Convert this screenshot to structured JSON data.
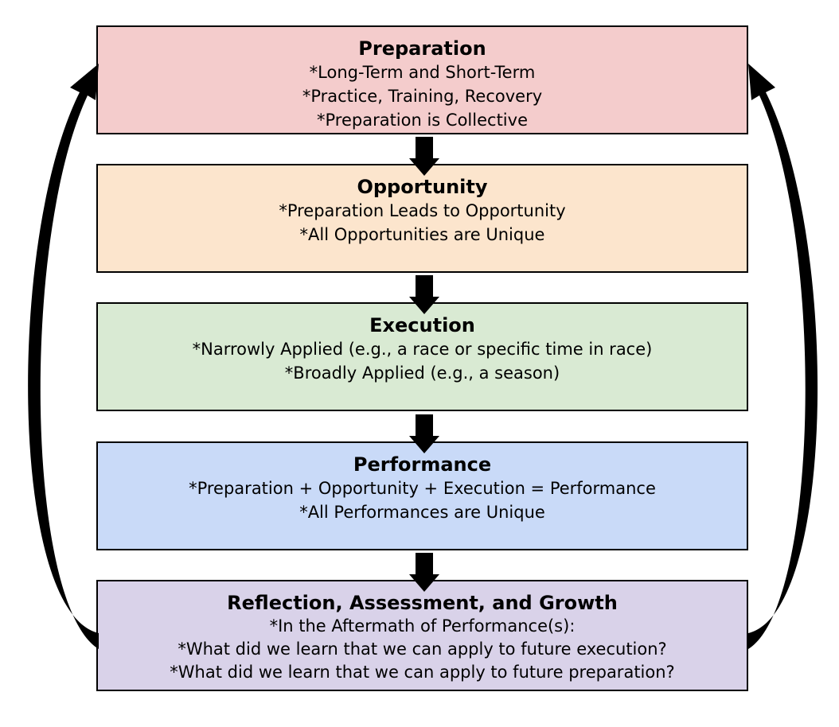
{
  "diagram": {
    "stages": [
      {
        "title": "Preparation",
        "lines": [
          "*Long-Term and Short-Term",
          "*Practice, Training, Recovery",
          "*Preparation is Collective"
        ],
        "color": "#f4cccc"
      },
      {
        "title": "Opportunity",
        "lines": [
          "*Preparation Leads to Opportunity",
          "*All Opportunities are Unique"
        ],
        "color": "#fce5cd"
      },
      {
        "title": "Execution",
        "lines": [
          "*Narrowly Applied (e.g., a race or specific time in race)",
          "*Broadly Applied  (e.g., a season)"
        ],
        "color": "#d9ead3"
      },
      {
        "title": "Performance",
        "lines": [
          "*Preparation + Opportunity + Execution = Performance",
          "*All Performances are Unique"
        ],
        "color": "#c9daf8"
      },
      {
        "title": "Reflection, Assessment, and Growth",
        "lines": [
          "*In the Aftermath of Performance(s):",
          "*What did we learn that we can apply to future execution?",
          "*What did we learn that we can apply to future preparation?"
        ],
        "color": "#d9d2e9"
      }
    ],
    "arrow_color": "#000000"
  }
}
